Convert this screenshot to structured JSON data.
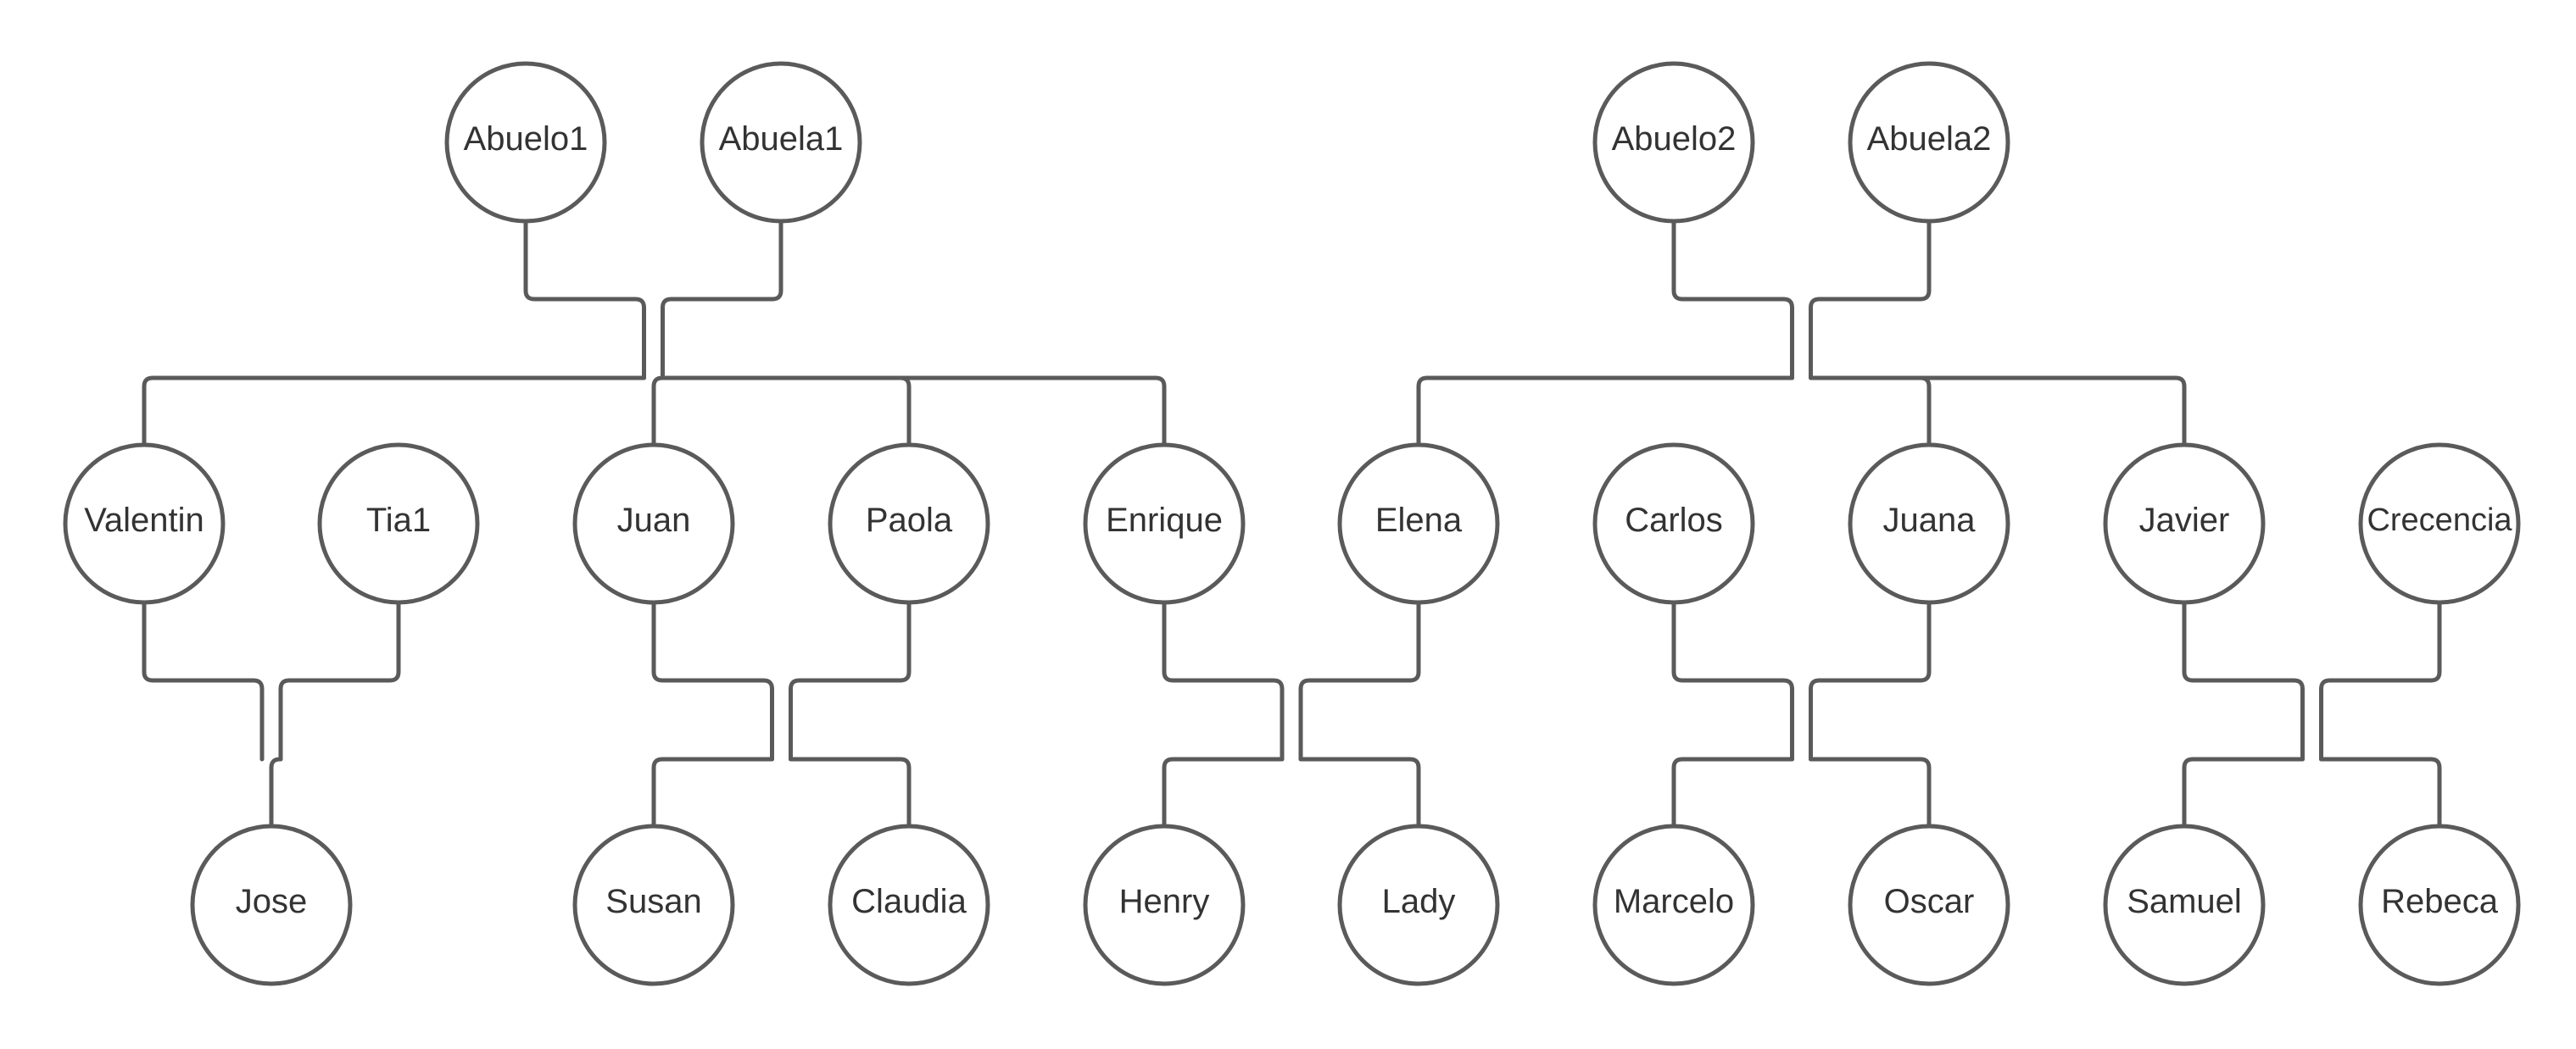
{
  "colors": {
    "stroke": "#5a5a5a",
    "node_fill": "#ffffff",
    "text": "#333333",
    "background": "#ffffff"
  },
  "people": {
    "abuelo1": "Abuelo1",
    "abuela1": "Abuela1",
    "abuelo2": "Abuelo2",
    "abuela2": "Abuela2",
    "valentin": "Valentin",
    "tia1": "Tia1",
    "juan": "Juan",
    "paola": "Paola",
    "enrique": "Enrique",
    "elena": "Elena",
    "carlos": "Carlos",
    "juana": "Juana",
    "javier": "Javier",
    "crecencia": "Crecencia",
    "jose": "Jose",
    "susan": "Susan",
    "claudia": "Claudia",
    "henry": "Henry",
    "lady": "Lady",
    "marcelo": "Marcelo",
    "oscar": "Oscar",
    "samuel": "Samuel",
    "rebeca": "Rebeca"
  },
  "couples": [
    {
      "partners": [
        "abuelo1",
        "abuela1"
      ],
      "children": [
        "valentin",
        "juan",
        "paola",
        "enrique"
      ]
    },
    {
      "partners": [
        "abuelo2",
        "abuela2"
      ],
      "children": [
        "elena",
        "juana",
        "javier"
      ]
    },
    {
      "partners": [
        "valentin",
        "tia1"
      ],
      "children": [
        "jose"
      ]
    },
    {
      "partners": [
        "juan",
        "paola"
      ],
      "children": [
        "susan",
        "claudia"
      ]
    },
    {
      "partners": [
        "enrique",
        "elena"
      ],
      "children": [
        "henry",
        "lady"
      ]
    },
    {
      "partners": [
        "carlos",
        "juana"
      ],
      "children": [
        "marcelo",
        "oscar"
      ]
    },
    {
      "partners": [
        "javier",
        "crecencia"
      ],
      "children": [
        "samuel",
        "rebeca"
      ]
    }
  ]
}
